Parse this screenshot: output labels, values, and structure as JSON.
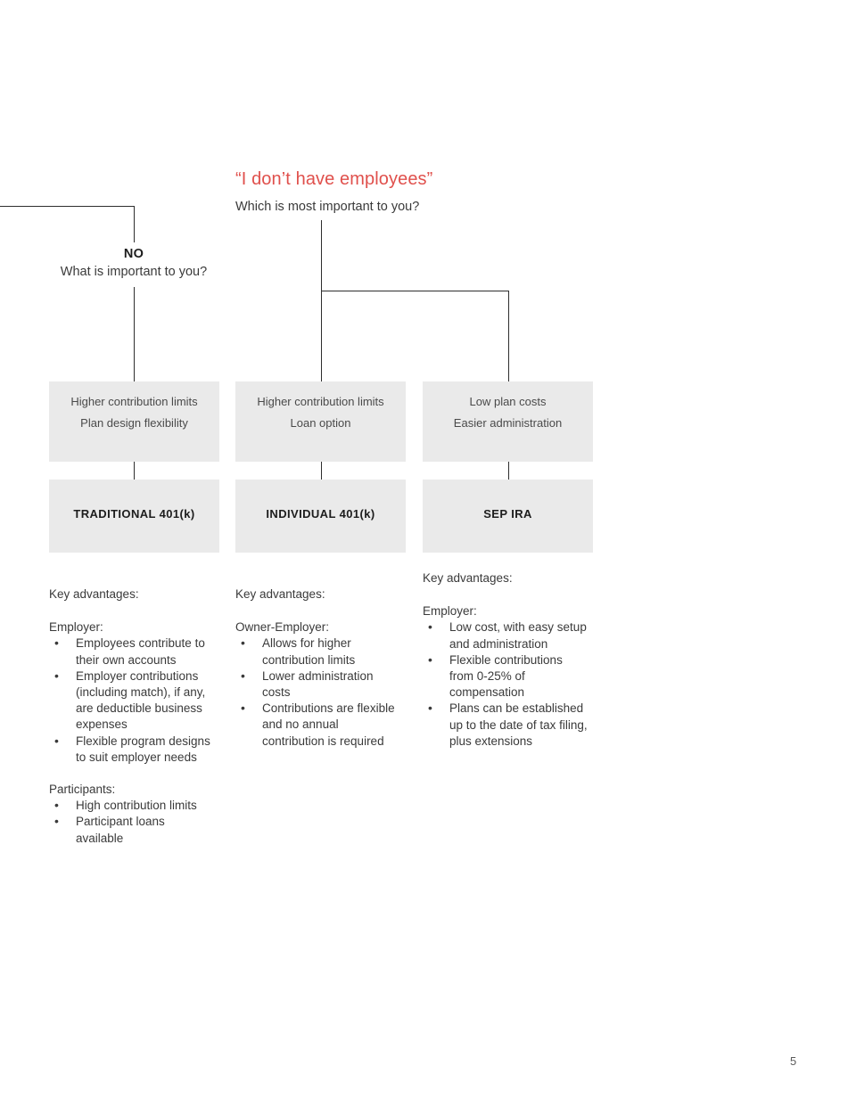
{
  "heading": {
    "title": "“I don’t have employees”",
    "subtitle": "Which is most important to you?"
  },
  "no_branch": {
    "label": "NO",
    "question": "What is important to you?"
  },
  "colors": {
    "title_red": "#e0504c",
    "box_gray": "#eaeaea",
    "line": "#2e2e2e",
    "body_text": "#3a3a3a"
  },
  "columns": [
    {
      "criteria": [
        "Higher contribution limits",
        "Plan design flexibility"
      ],
      "plan": "TRADITIONAL 401(k)",
      "advantages_heading": "Key advantages:",
      "groups": [
        {
          "label": "Employer:",
          "items": [
            "Employees contribute to their own accounts",
            "Employer contributions (including match), if any, are deductible business expenses",
            "Flexible program designs to suit employer needs"
          ]
        },
        {
          "label": "Participants:",
          "items": [
            "High contribution limits",
            "Participant loans available"
          ]
        }
      ]
    },
    {
      "criteria": [
        "Higher contribution limits",
        "Loan option"
      ],
      "plan": "INDIVIDUAL 401(k)",
      "advantages_heading": "Key advantages:",
      "groups": [
        {
          "label": "Owner-Employer:",
          "items": [
            "Allows for higher contribution limits",
            "Lower administration costs",
            "Contributions are flexible and no annual contribution is required"
          ]
        }
      ]
    },
    {
      "criteria": [
        "Low plan costs",
        "Easier administration"
      ],
      "plan": "SEP IRA",
      "advantages_heading": "Key advantages:",
      "groups": [
        {
          "label": "Employer:",
          "items": [
            "Low cost, with easy setup and administration",
            "Flexible contributions from 0-25% of compensation",
            "Plans can be established up to the date of tax filing, plus extensions"
          ]
        }
      ]
    }
  ],
  "footer": {
    "page_number": "5"
  }
}
